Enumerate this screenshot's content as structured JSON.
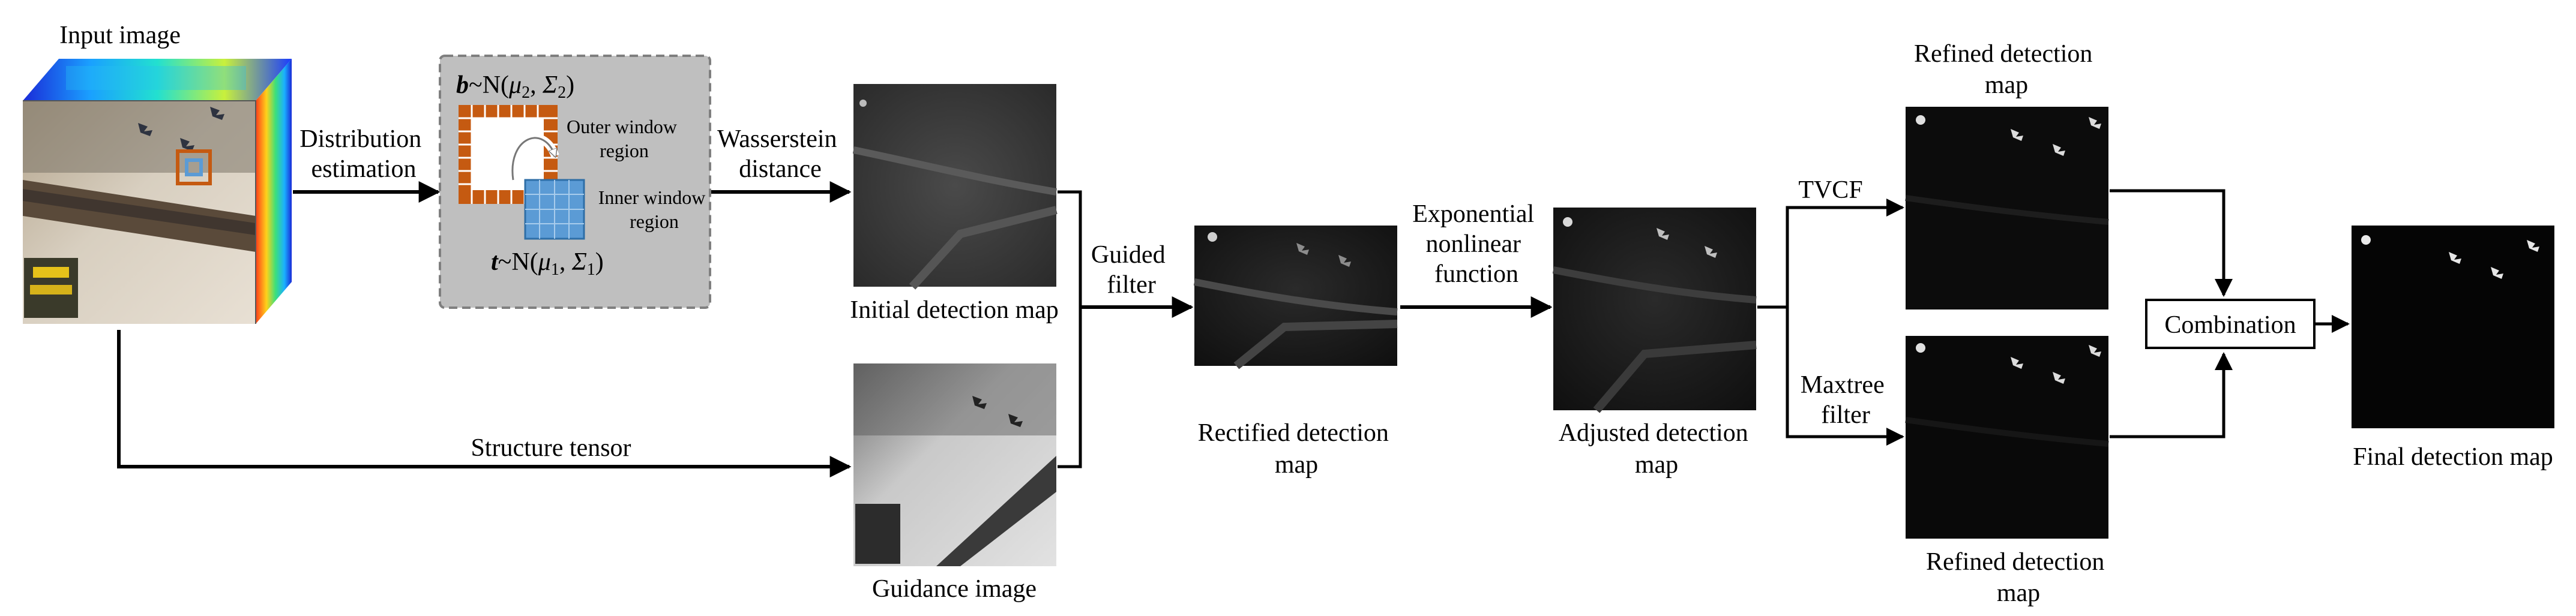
{
  "labels": {
    "input_image": "Input image",
    "distribution_estimation": [
      "Distribution",
      "estimation"
    ],
    "wasserstein_distance": [
      "Wasserstein",
      "distance"
    ],
    "initial_detection_map": "Initial detection map",
    "structure_tensor": "Structure tensor",
    "guidance_image": "Guidance image",
    "guided_filter": [
      "Guided",
      "filter"
    ],
    "rectified_detection_map": [
      "Rectified detection",
      "map"
    ],
    "exponential_nonlinear_function": [
      "Exponential",
      "nonlinear",
      "function"
    ],
    "adjusted_detection_map": [
      "Adjusted detection",
      "map"
    ],
    "tvcf": "TVCF",
    "maxtree_filter": [
      "Maxtree",
      "filter"
    ],
    "refined_detection_map_top": [
      "Refined detection",
      "map"
    ],
    "refined_detection_map_bottom": [
      "Refined detection",
      "map"
    ],
    "combination": "Combination",
    "final_detection_map": "Final detection map"
  },
  "window_box": {
    "outer_window_region": [
      "Outer window",
      "region"
    ],
    "inner_window_region": [
      "Inner window",
      "region"
    ],
    "background_distribution": {
      "var": "b",
      "sym": "~N(",
      "mu": "μ",
      "mu_sub": "2",
      "sigma": "Σ",
      "sigma_sub": "2",
      "close": ")"
    },
    "target_distribution": {
      "var": "t",
      "sym": "~N(",
      "mu": "μ",
      "mu_sub": "1",
      "sigma": "Σ",
      "sigma_sub": "1",
      "close": ")"
    }
  },
  "colors": {
    "arrow": "#000000",
    "window_box_bg": "#bfbfbf",
    "window_box_border": "#7f7f7f",
    "outer_window": "#c55a11",
    "inner_window": "#5b9bd5",
    "combination_box_border": "#000000"
  },
  "icons": [
    "hyperspectral-cube-icon",
    "curved-arrow-icon"
  ]
}
